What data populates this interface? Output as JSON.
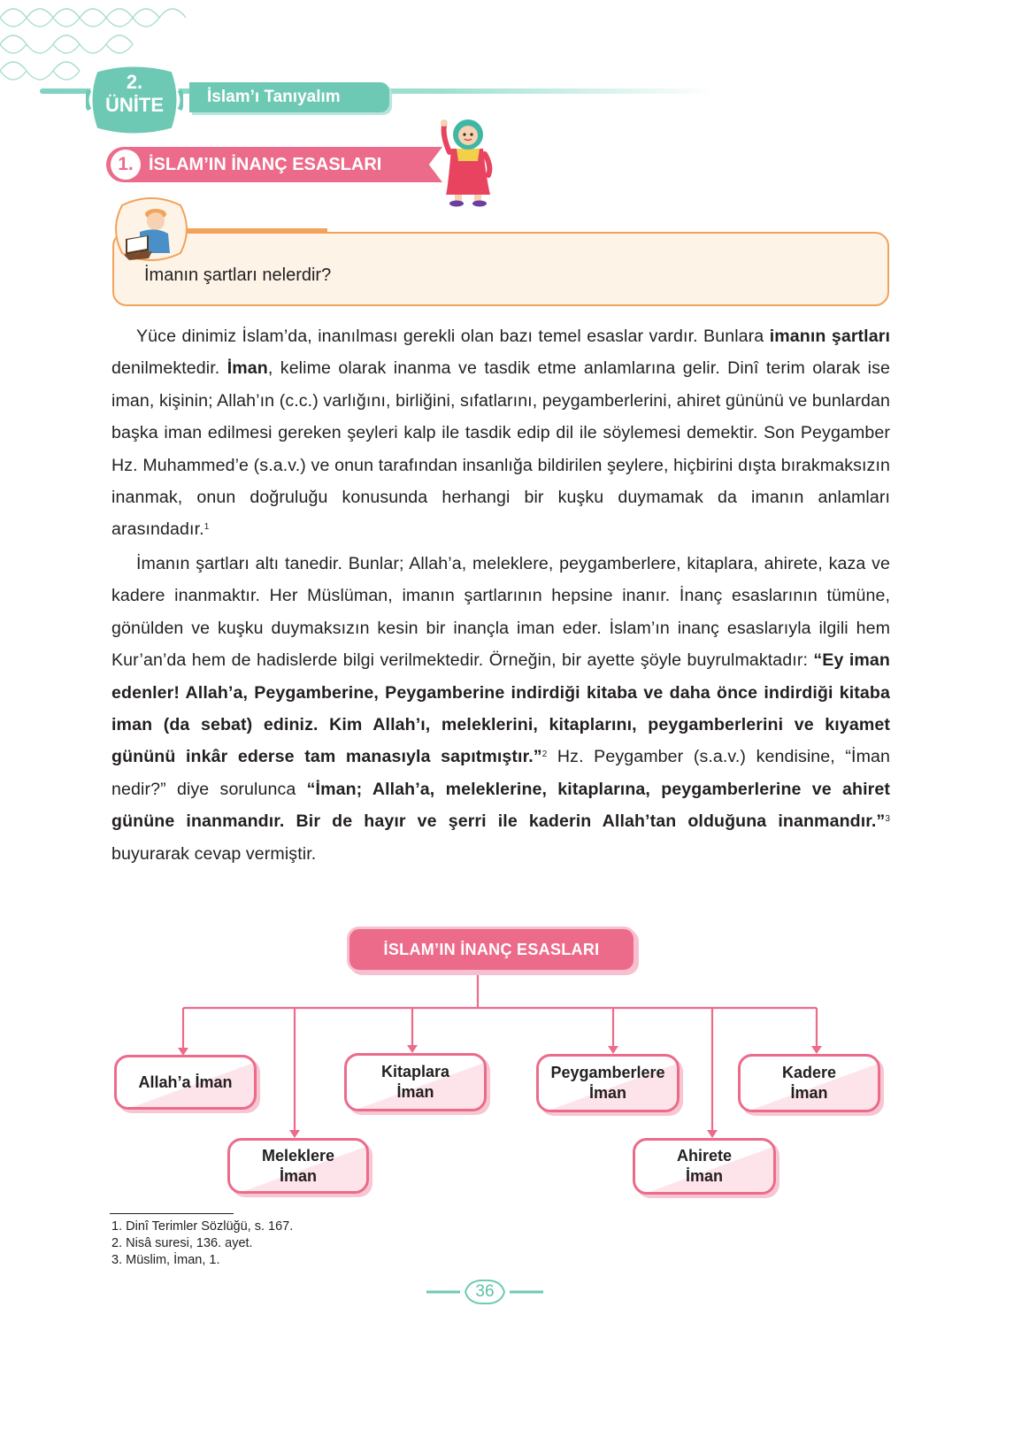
{
  "header": {
    "unit_number": "2.",
    "unit_label": "ÜNİTE",
    "unit_title": "İslam’ı Tanıyalım"
  },
  "section": {
    "number": "1.",
    "title": "İSLAM’IN İNANÇ ESASLARI"
  },
  "question": {
    "text": "İmanın şartları nelerdir?"
  },
  "colors": {
    "teal": "#6dc9b3",
    "pink": "#ec6b8a",
    "orange": "#f2a25b",
    "cream": "#fef3e7"
  },
  "body": {
    "p1": [
      {
        "t": "Yüce dinimiz İslam’da, inanılması gerekli olan bazı temel esaslar vardır. Bunlara "
      },
      {
        "b": "imanın şartları"
      },
      {
        "t": " denilmektedir. "
      },
      {
        "b": "İman"
      },
      {
        "t": ", kelime olarak inanma ve tasdik etme anlamlarına gelir. Dinî terim olarak ise iman, kişinin; Allah’ın (c.c.) varlığını, birliğini, sıfatlarını, peygamberlerini, ahiret gününü ve bunlardan başka iman edilmesi gereken şeyleri kalp ile tasdik edip dil ile söylemesi demektir. Son Peygamber Hz. Muhammed’e (s.a.v.) ve onun tarafından insanlığa bildirilen şeylere, hiçbirini dışta bırakmaksızın inanmak, onun doğruluğu konusunda herhangi bir kuşku duymamak da imanın anlamları arasındadır."
      },
      {
        "s": "1"
      }
    ],
    "p2": [
      {
        "t": "İmanın şartları altı tanedir. Bunlar; Allah’a, meleklere, peygamberlere, kitaplara, ahirete, kaza ve kadere inanmaktır. Her Müslüman, imanın şartlarının hepsine inanır. İnanç esaslarının tümüne, gönülden ve kuşku duymaksızın kesin bir inançla iman eder.  İslam’ın inanç esaslarıyla ilgili hem Kur’an’da hem de hadislerde bilgi verilmektedir. Örneğin, bir ayette şöyle buyrulmaktadır: "
      },
      {
        "b": "“Ey iman edenler! Allah’a, Peygamberine, Peygamberine indirdiği kitaba ve daha önce indirdiği kitaba iman (da sebat) ediniz. Kim Allah’ı, meleklerini, kitaplarını, peygamberlerini ve kıyamet gününü inkâr ederse tam manasıyla sapıtmıştır.”"
      },
      {
        "s": "2"
      },
      {
        "t": " Hz. Peygamber (s.a.v.) kendisine, “İman nedir?” diye sorulunca "
      },
      {
        "b": "“İman; Allah’a, meleklerine, kitaplarına, peygamberlerine ve ahiret gününe inanmandır. Bir de  hayır ve şerri ile kaderin Allah’tan olduğuna inanmandır.”"
      },
      {
        "s": "3"
      },
      {
        "t": " buyurarak cevap vermiştir."
      }
    ]
  },
  "diagram": {
    "root": "İSLAM’IN İNANÇ ESASLARI",
    "nodes": {
      "allah": "Allah’a İman",
      "melek_1": "Meleklere",
      "melek_2": "İman",
      "kitap_1": "Kitaplara",
      "kitap_2": "İman",
      "peygamber_1": "Peygamberlere",
      "peygamber_2": "İman",
      "ahiret_1": "Ahirete",
      "ahiret_2": "İman",
      "kader_1": "Kadere",
      "kader_2": "İman"
    }
  },
  "footnotes": [
    "1. Dinî Terimler Sözlüğü, s. 167.",
    "2. Nisâ suresi, 136. ayet.",
    "3. Müslim, İman, 1."
  ],
  "page_number": "36"
}
